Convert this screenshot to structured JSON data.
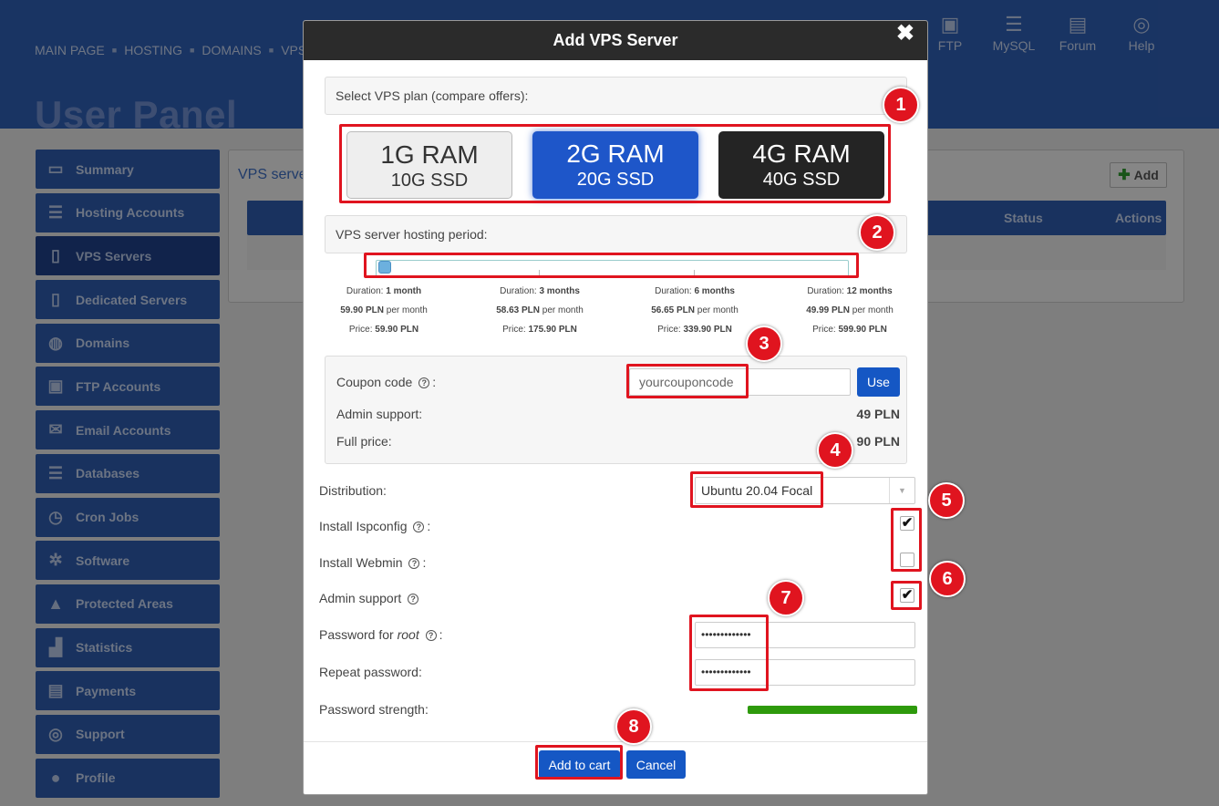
{
  "breadcrumb": [
    "MAIN PAGE",
    "HOSTING",
    "DOMAINS",
    "VPS S"
  ],
  "page_title": "User Panel",
  "topnav": [
    {
      "label": "FTP",
      "icon": "folder-network-icon"
    },
    {
      "label": "MySQL",
      "icon": "database-icon"
    },
    {
      "label": "Forum",
      "icon": "chat-icon"
    },
    {
      "label": "Help",
      "icon": "lifebuoy-icon"
    }
  ],
  "sidebar": {
    "items": [
      {
        "label": "Summary",
        "icon": "monitor-icon"
      },
      {
        "label": "Hosting Accounts",
        "icon": "server-stack-icon"
      },
      {
        "label": "VPS Servers",
        "icon": "server-icon",
        "active": true
      },
      {
        "label": "Dedicated Servers",
        "icon": "server-tower-icon"
      },
      {
        "label": "Domains",
        "icon": "globe-icon"
      },
      {
        "label": "FTP Accounts",
        "icon": "folder-network-icon"
      },
      {
        "label": "Email Accounts",
        "icon": "mail-icon"
      },
      {
        "label": "Databases",
        "icon": "database-icon"
      },
      {
        "label": "Cron Jobs",
        "icon": "clock-icon"
      },
      {
        "label": "Software",
        "icon": "gear-icon"
      },
      {
        "label": "Protected Areas",
        "icon": "lock-icon"
      },
      {
        "label": "Statistics",
        "icon": "chart-icon"
      },
      {
        "label": "Payments",
        "icon": "wallet-icon"
      },
      {
        "label": "Support",
        "icon": "lifebuoy-icon"
      },
      {
        "label": "Profile",
        "icon": "user-icon"
      }
    ]
  },
  "content": {
    "title": "VPS serve",
    "add_label": "Add",
    "columns": {
      "status": "Status",
      "actions": "Actions"
    }
  },
  "modal": {
    "title": "Add VPS Server",
    "close": "✖",
    "plan_label": "Select VPS plan (compare offers):",
    "plans": [
      {
        "ram": "1G RAM",
        "ssd": "10G SSD"
      },
      {
        "ram": "2G RAM",
        "ssd": "20G SSD",
        "selected": true
      },
      {
        "ram": "4G RAM",
        "ssd": "40G SSD"
      }
    ],
    "period_label": "VPS server hosting period:",
    "period_selected_fraction": 0,
    "durations": [
      {
        "dur_prefix": "Duration:",
        "dur": "1 month",
        "monthly": "59.90 PLN",
        "per_month": "per month",
        "price_prefix": "Price:",
        "price": "59.90 PLN"
      },
      {
        "dur_prefix": "Duration:",
        "dur": "3 months",
        "monthly": "58.63 PLN",
        "per_month": "per month",
        "price_prefix": "Price:",
        "price": "175.90 PLN"
      },
      {
        "dur_prefix": "Duration:",
        "dur": "6 months",
        "monthly": "56.65 PLN",
        "per_month": "per month",
        "price_prefix": "Price:",
        "price": "339.90 PLN"
      },
      {
        "dur_prefix": "Duration:",
        "dur": "12 months",
        "monthly": "49.99 PLN",
        "per_month": "per month",
        "price_prefix": "Price:",
        "price": "599.90 PLN"
      }
    ],
    "coupon_label": "Coupon code",
    "coupon_value": "yourcouponcode",
    "use_label": "Use",
    "admin_support_label": "Admin support:",
    "admin_support_value": "49 PLN",
    "full_price_label": "Full price:",
    "full_price_value": "90 PLN",
    "distribution_label": "Distribution:",
    "distribution_value": "Ubuntu 20.04 Focal",
    "ispconfig_label": "Install Ispconfig",
    "ispconfig_checked": true,
    "webmin_label": "Install Webmin",
    "webmin_checked": false,
    "admin_label": "Admin support",
    "admin_checked": true,
    "password_label_prefix": "Password for",
    "password_label_em": "root",
    "password_value": "•••••••••••••",
    "repeat_label": "Repeat password:",
    "repeat_value": "•••••••••••••",
    "strength_label": "Password strength:",
    "strength_fraction": 1,
    "add_to_cart": "Add to cart",
    "cancel": "Cancel",
    "check_mark": "✔",
    "help_mark": "?",
    "colon": ":"
  },
  "markers": [
    "1",
    "2",
    "3",
    "4",
    "5",
    "6",
    "7",
    "8"
  ],
  "colors": {
    "accent": "#1557c4",
    "header": "#2f5fb5",
    "annotation": "#e0141f",
    "strength": "#2e9a0c"
  }
}
